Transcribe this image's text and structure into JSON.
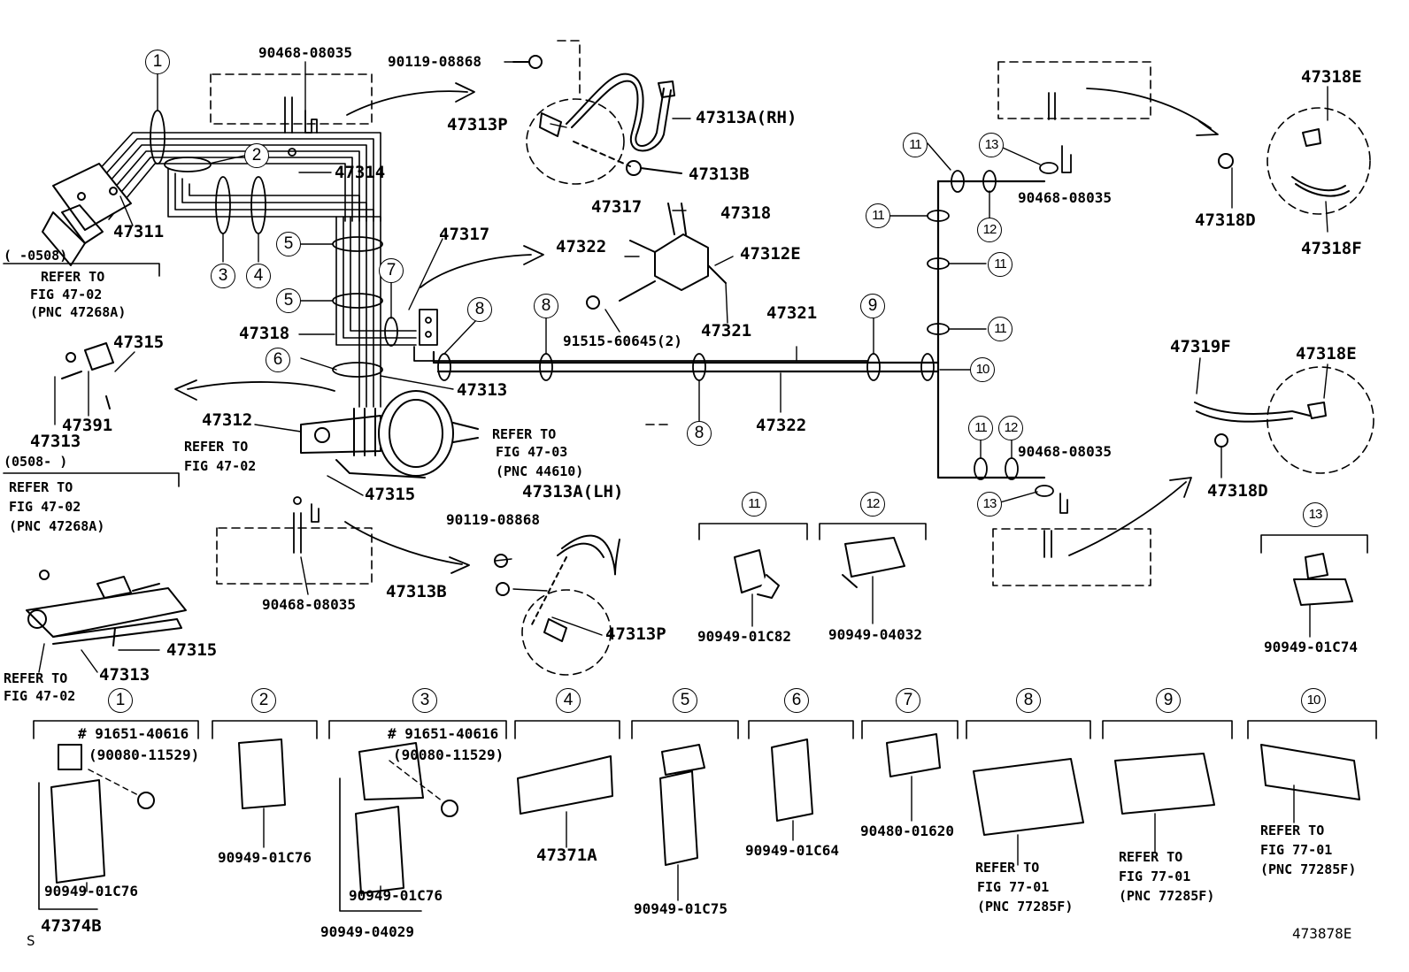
{
  "callouts": [
    "1",
    "2",
    "3",
    "4",
    "5",
    "6",
    "7",
    "8",
    "9",
    "10",
    "11",
    "12",
    "13"
  ],
  "parts": {
    "p90468_08035": "90468-08035",
    "p90119_08868": "90119-08868",
    "p47313P": "47313P",
    "p47313A_RH": "47313A(RH)",
    "p47314": "47314",
    "p47313B": "47313B",
    "p47317": "47317",
    "p47318": "47318",
    "p47322": "47322",
    "p47312E": "47312E",
    "p47311": "47311",
    "p91515_60645": "91515-60645(2)",
    "p47321": "47321",
    "p47313": "47313",
    "p47312": "47312",
    "p47315": "47315",
    "p47391": "47391",
    "p47313A_LH": "47313A(LH)",
    "p47318E": "47318E",
    "p47318D": "47318D",
    "p47318F": "47318F",
    "p47319F": "47319F",
    "p90949_01C82": "90949-01C82",
    "p90949_04032": "90949-04032",
    "p90949_01C74": "90949-01C74",
    "p91651_40616": "# 91651-40616",
    "p90080_11529": "(90080-11529)",
    "p90949_01C76": "90949-01C76",
    "p47374B": "47374B",
    "p90949_04029": "90949-04029",
    "p47371A": "47371A",
    "p90949_01C75": "90949-01C75",
    "p90949_01C64": "90949-01C64",
    "p90480_01620": "90480-01620",
    "diagram_id": "473878E",
    "corner_mark": "S"
  },
  "refs": {
    "date_before": "(      -0508)",
    "date_after": "(0508-       )",
    "refer_to": "REFER TO",
    "fig_47_02": "FIG 47-02",
    "fig_47_03": "FIG 47-03",
    "fig_77_01": "FIG 77-01",
    "pnc_47268A": "(PNC 47268A)",
    "pnc_44610": "(PNC 44610)",
    "pnc_77285F": "(PNC 77285F)"
  }
}
